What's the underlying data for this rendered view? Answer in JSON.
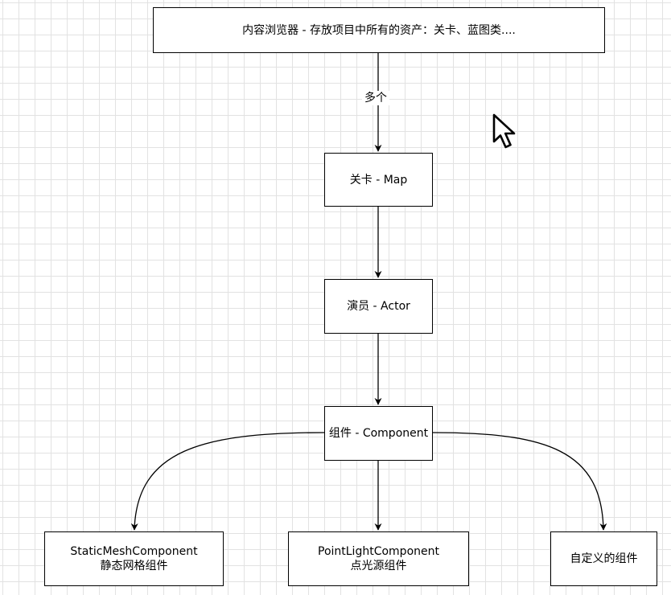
{
  "nodes": {
    "content_browser": {
      "line1": "内容浏览器 - 存放项目中所有的资产：关卡、蓝图类...."
    },
    "map": {
      "line1": "关卡 - Map"
    },
    "actor": {
      "line1": "演员 - Actor"
    },
    "component": {
      "line1": "组件 - Component"
    },
    "static_mesh": {
      "line1": "StaticMeshComponent",
      "line2": "静态网格组件"
    },
    "point_light": {
      "line1": "PointLightComponent",
      "line2": "点光源组件"
    },
    "custom": {
      "line1": "自定义的组件"
    }
  },
  "edge_labels": {
    "browser_to_map": "多个"
  },
  "colors": {
    "stroke": "#000000",
    "grid": "#e2e2e2",
    "background": "#ffffff"
  },
  "icons": {
    "cursor": "mouse-pointer-icon"
  }
}
